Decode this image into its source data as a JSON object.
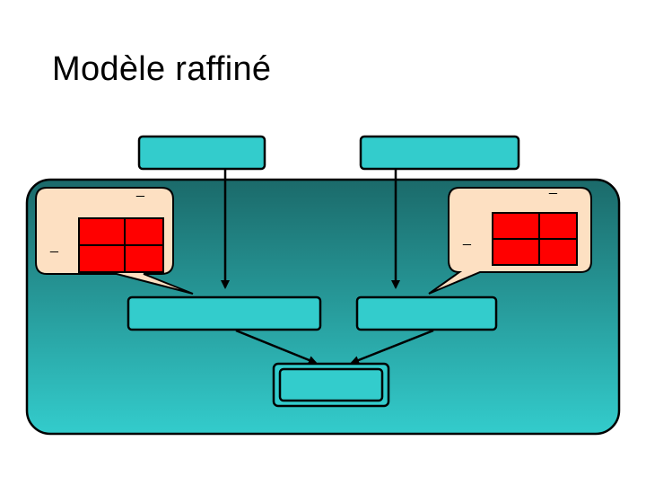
{
  "slide": {
    "title": "Modèle raffiné"
  },
  "colors": {
    "container_top": "#1b6a6a",
    "container_bottom": "#33cccc",
    "box_fill": "#33cccc",
    "callout_fill": "#fde0c2",
    "table_fill": "#ff0000",
    "stroke": "#000000"
  },
  "diagram": {
    "top_boxes": [
      "",
      ""
    ],
    "mid_boxes": [
      "",
      ""
    ],
    "bottom_box": "",
    "callouts": [
      {
        "marks": [
          "_",
          "_"
        ],
        "table": {
          "rows": 2,
          "cols": 2
        }
      },
      {
        "marks": [
          "_",
          "_"
        ],
        "table": {
          "rows": 2,
          "cols": 2
        }
      }
    ]
  }
}
